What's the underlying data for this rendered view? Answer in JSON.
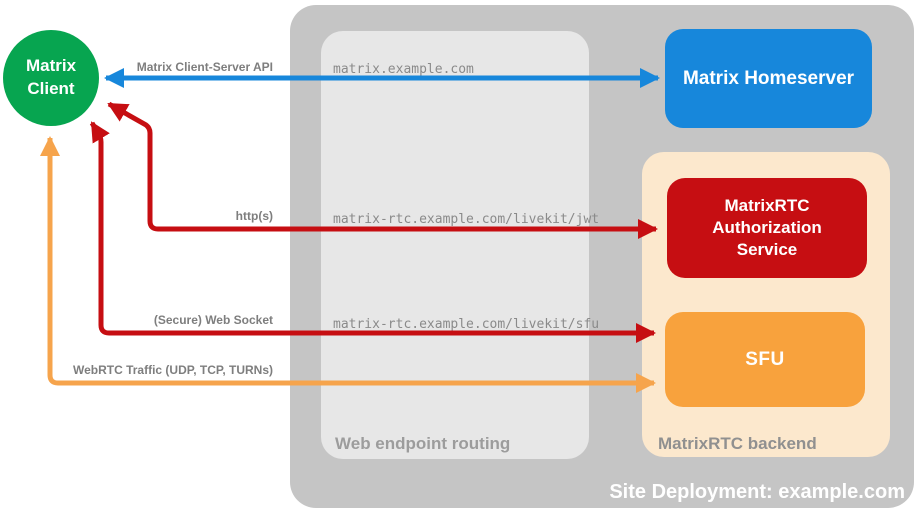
{
  "colors": {
    "green": "#07A550",
    "blue": "#1787DB",
    "red": "#C60E12",
    "orange": "#F8A23D",
    "orange_arrow": "#F6A44C",
    "peach": "#FCE8CD",
    "gray_outer": "#C5C5C5",
    "gray_inner": "#E7E7E7",
    "label_gray": "#8A8A8A"
  },
  "client": {
    "label": "Matrix Client"
  },
  "homeserver": {
    "label": "Matrix Homeserver"
  },
  "auth_service": {
    "label": "MatrixRTC Authorization Service"
  },
  "sfu": {
    "label": "SFU"
  },
  "routing": {
    "label": "Web endpoint routing",
    "endpoints": [
      "matrix.example.com",
      "matrix-rtc.example.com/livekit/jwt",
      "matrix-rtc.example.com/livekit/sfu"
    ]
  },
  "backend": {
    "label": "MatrixRTC backend"
  },
  "deployment": {
    "label": "Site Deployment: example.com"
  },
  "connections": [
    {
      "label": "Matrix Client-Server API"
    },
    {
      "label": "http(s)"
    },
    {
      "label": "(Secure) Web Socket"
    },
    {
      "label": "WebRTC Traffic (UDP, TCP, TURNs)"
    }
  ]
}
